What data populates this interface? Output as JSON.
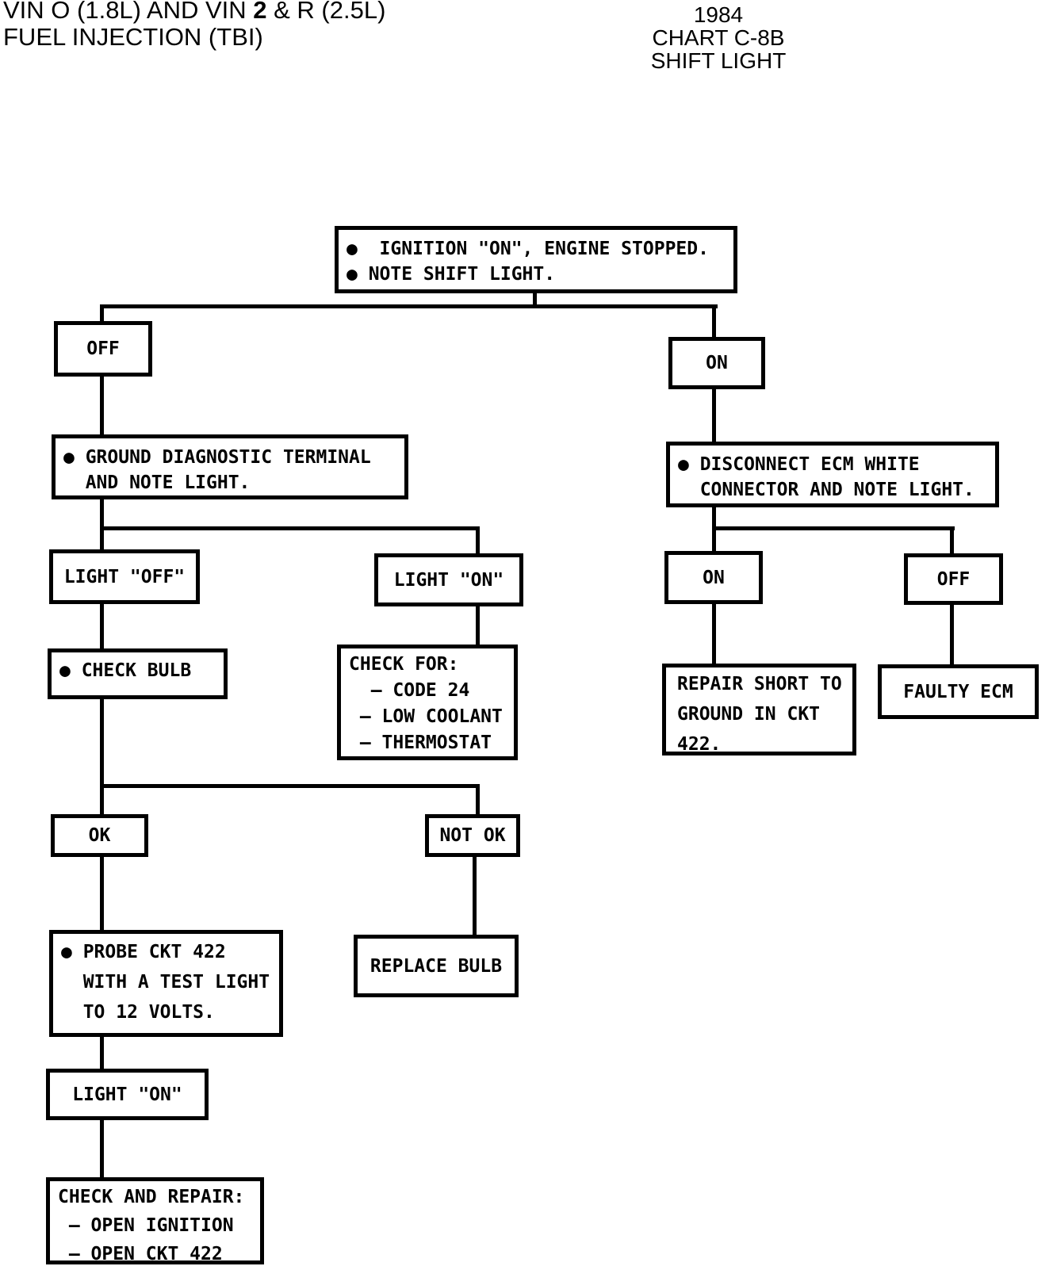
{
  "page": {
    "background": "#ffffff",
    "ink": "#000000"
  },
  "header": {
    "left_line1_prefix": "VIN O (1.8L) AND VIN ",
    "left_line1_bold": "2",
    "left_line1_suffix": " & R (2.5L)",
    "left_line2": "FUEL INJECTION (TBI)",
    "right_year": "1984",
    "right_chart": "CHART C-8B",
    "right_title": "SHIFT LIGHT"
  },
  "nodes": {
    "ignition": {
      "lines": [
        "●  IGNITION \"ON\", ENGINE STOPPED.",
        "● NOTE SHIFT LIGHT."
      ]
    },
    "off1": {
      "label": "OFF"
    },
    "on1": {
      "label": "ON"
    },
    "ground": {
      "lines": [
        "● GROUND DIAGNOSTIC TERMINAL",
        "  AND NOTE LIGHT."
      ]
    },
    "disconnect": {
      "lines": [
        "● DISCONNECT ECM WHITE",
        "  CONNECTOR AND NOTE LIGHT."
      ]
    },
    "lightOff": {
      "label": "LIGHT \"OFF\""
    },
    "lightOn1": {
      "label": "LIGHT \"ON\""
    },
    "checkBulb": {
      "lines": [
        "● CHECK BULB"
      ]
    },
    "checkFor": {
      "lines": [
        "CHECK FOR:",
        "  – CODE 24",
        " – LOW COOLANT",
        " – THERMOSTAT"
      ]
    },
    "ok": {
      "label": "OK"
    },
    "notOk": {
      "label": "NOT OK"
    },
    "probe": {
      "lines": [
        "● PROBE CKT 422",
        "  WITH A TEST LIGHT",
        "  TO 12 VOLTS."
      ]
    },
    "replaceBulb": {
      "label": "REPLACE BULB"
    },
    "lightOn2": {
      "label": "LIGHT \"ON\""
    },
    "checkRepair": {
      "lines": [
        "CHECK AND REPAIR:",
        " – OPEN IGNITION",
        " – OPEN CKT 422"
      ]
    },
    "on2": {
      "label": "ON"
    },
    "off2": {
      "label": "OFF"
    },
    "repairShort": {
      "lines": [
        "REPAIR SHORT TO",
        "GROUND IN CKT",
        "422."
      ]
    },
    "faultyEcm": {
      "label": "FAULTY ECM"
    }
  }
}
